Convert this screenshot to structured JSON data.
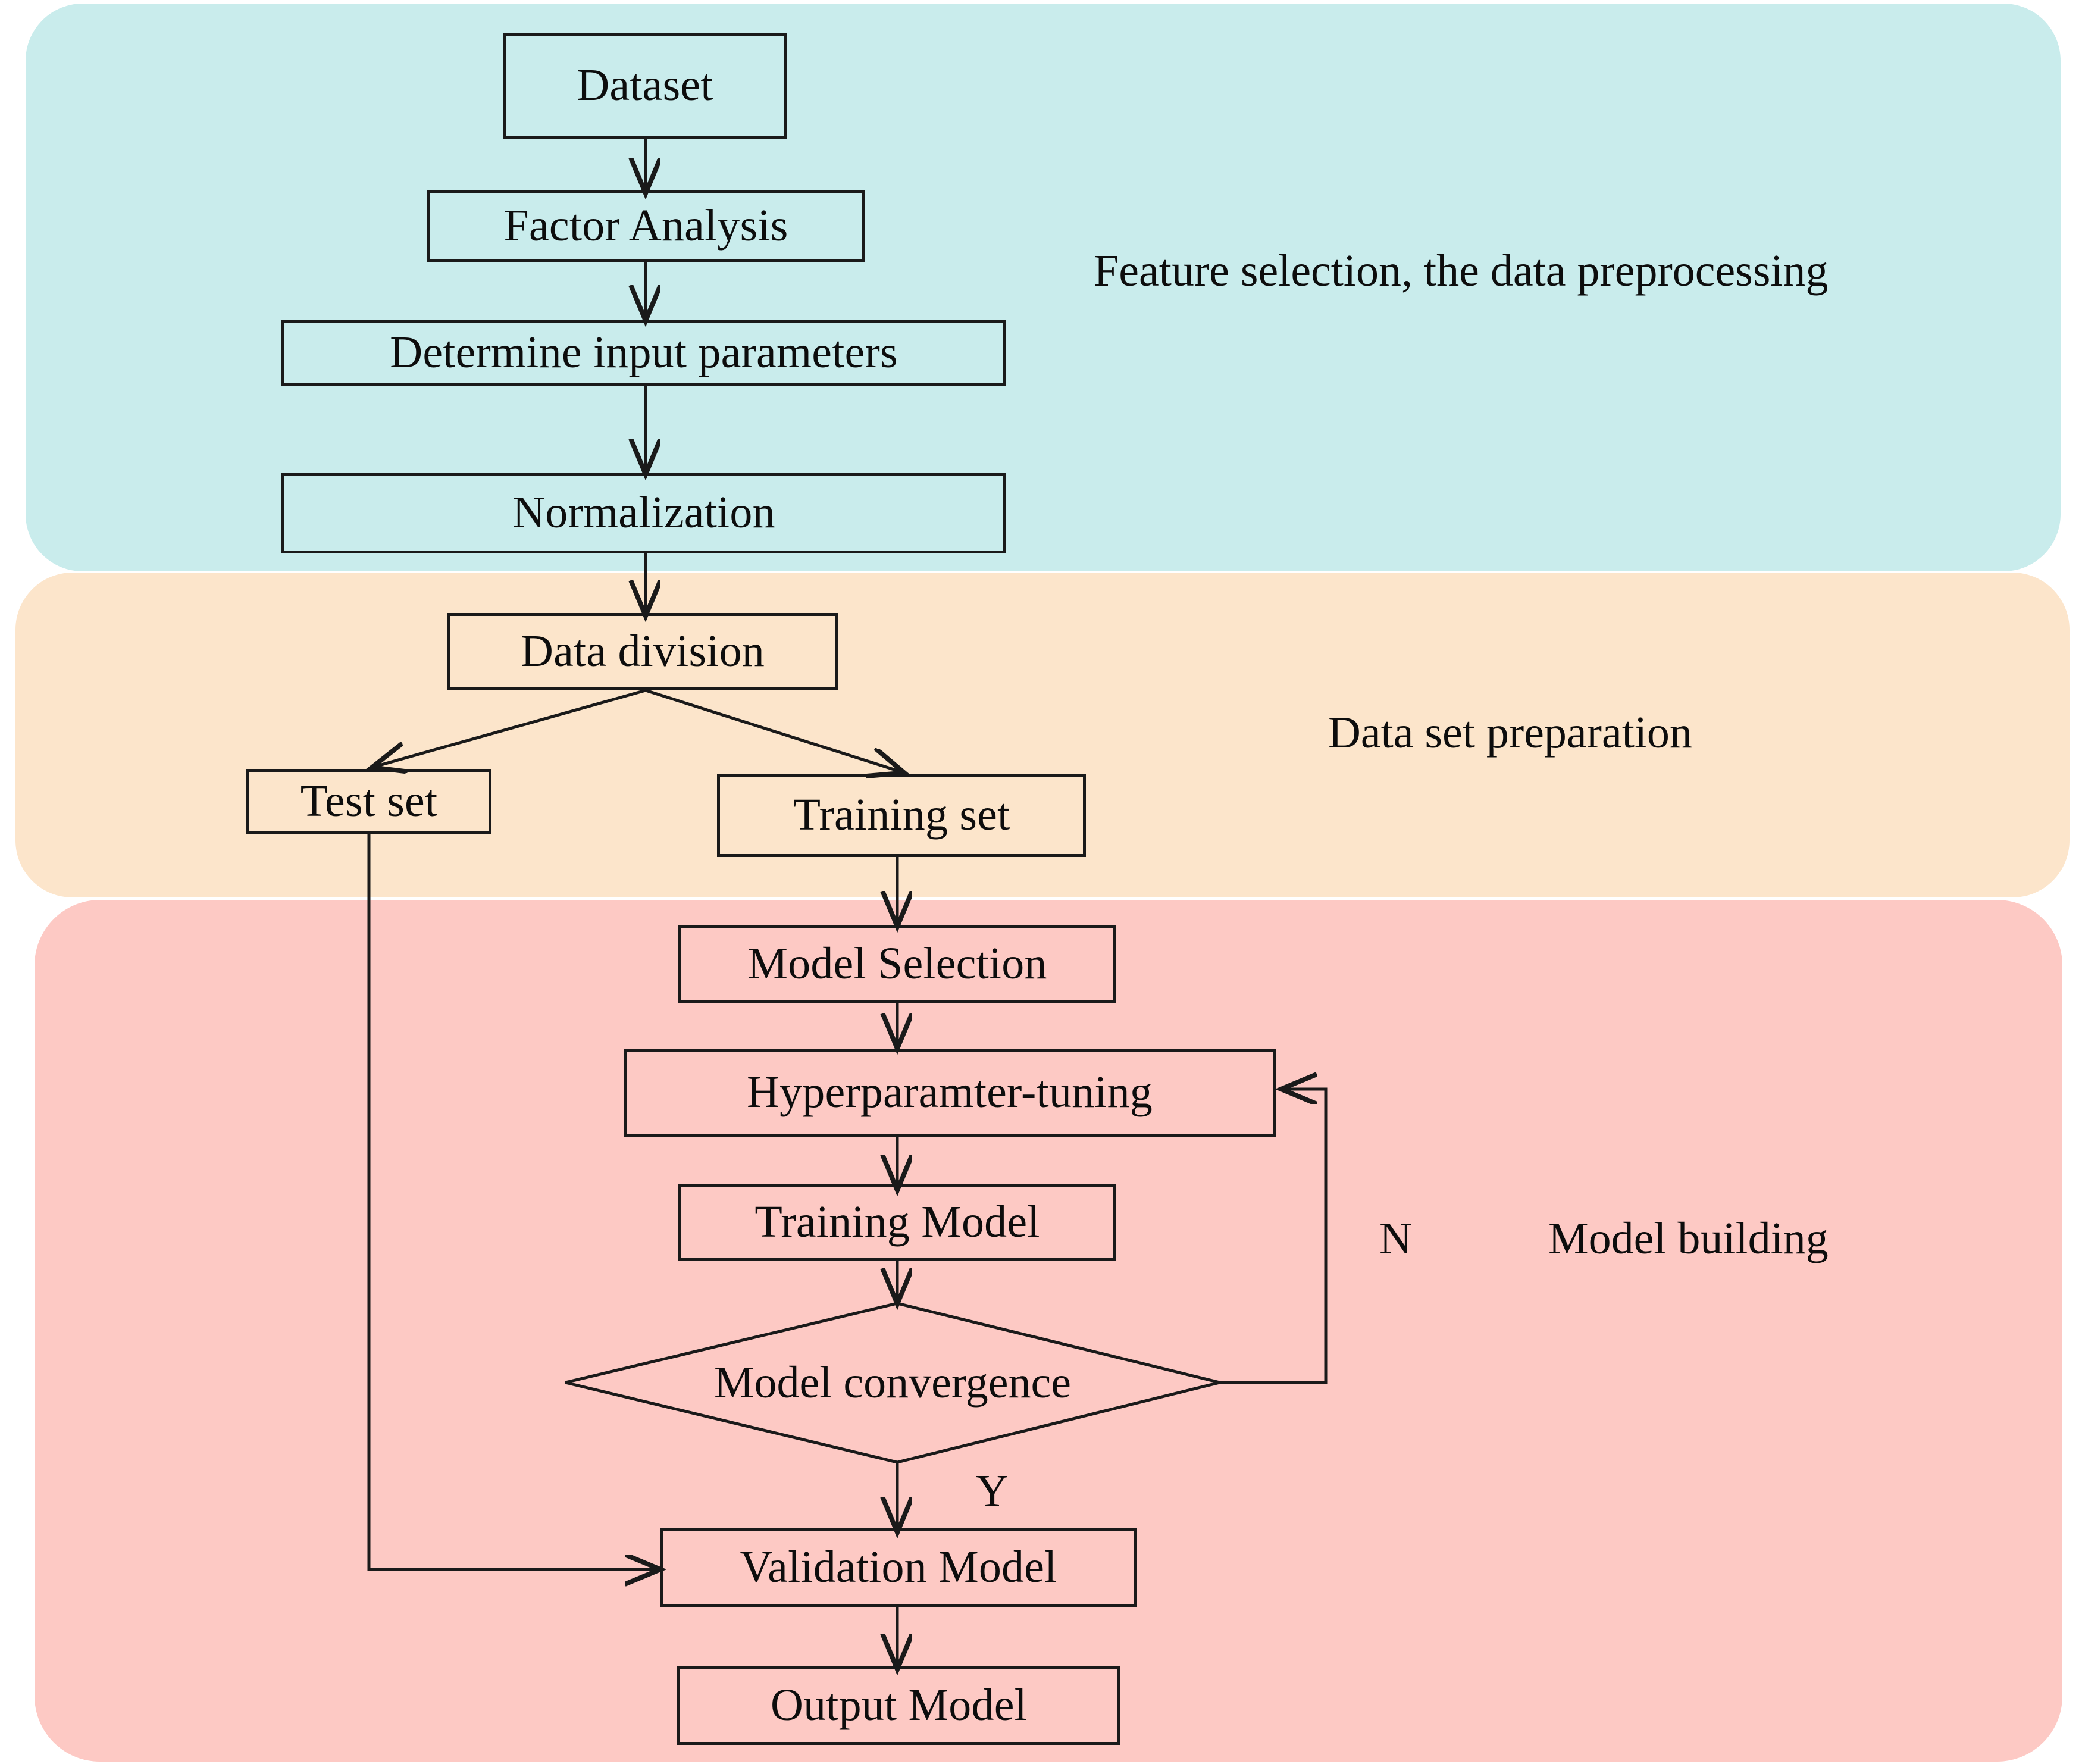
{
  "figure": {
    "type": "flowchart",
    "orientation": "top-to-bottom",
    "background": "#ffffff"
  },
  "bands": [
    {
      "id": "preprocessing",
      "label": "Feature selection, the data preprocessing",
      "color": "#c9ecec"
    },
    {
      "id": "dataset-preparation",
      "label": "Data set preparation",
      "color": "#fce5cb"
    },
    {
      "id": "model-building",
      "label": "Model building",
      "color": "#fdc9c4"
    }
  ],
  "nodes": {
    "dataset": "Dataset",
    "factor_analysis": "Factor Analysis",
    "determine_input_parameters": "Determine input parameters",
    "normalization": "Normalization",
    "data_division": "Data division",
    "test_set": "Test set",
    "training_set": "Training set",
    "model_selection": "Model Selection",
    "hyperparameter_tuning": "Hyperparamter-tuning",
    "training_model": "Training Model",
    "model_convergence": "Model convergence",
    "validation_model": "Validation Model",
    "output_model": "Output Model"
  },
  "edge_labels": {
    "no_branch": "N",
    "yes_branch": "Y"
  },
  "flow": [
    {
      "from": "Dataset",
      "to": "Factor Analysis"
    },
    {
      "from": "Factor Analysis",
      "to": "Determine input parameters"
    },
    {
      "from": "Determine input parameters",
      "to": "Normalization"
    },
    {
      "from": "Normalization",
      "to": "Data division"
    },
    {
      "from": "Data division",
      "to": "Test set"
    },
    {
      "from": "Data division",
      "to": "Training set"
    },
    {
      "from": "Training set",
      "to": "Model Selection"
    },
    {
      "from": "Model Selection",
      "to": "Hyperparamter-tuning"
    },
    {
      "from": "Hyperparamter-tuning",
      "to": "Training Model"
    },
    {
      "from": "Training Model",
      "to": "Model convergence"
    },
    {
      "from": "Model convergence",
      "to": "Hyperparamter-tuning",
      "label": "N"
    },
    {
      "from": "Model convergence",
      "to": "Validation Model",
      "label": "Y"
    },
    {
      "from": "Test set",
      "to": "Validation Model"
    },
    {
      "from": "Validation Model",
      "to": "Output Model"
    }
  ],
  "colors": {
    "stroke": "#1a1a1a",
    "text": "#0d0d0d",
    "band_preprocessing": "#c9ecec",
    "band_preparation": "#fce5cb",
    "band_model": "#fdc9c4"
  }
}
